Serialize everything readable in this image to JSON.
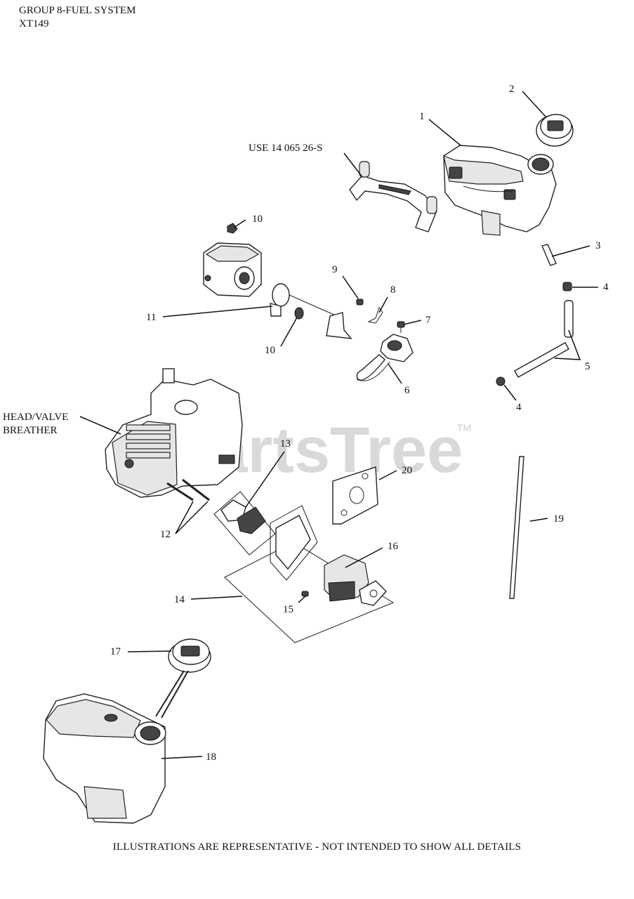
{
  "header": {
    "line1": "GROUP 8-FUEL SYSTEM",
    "line2": "XT149"
  },
  "watermark": {
    "text": "PartsTree",
    "tm": "TM"
  },
  "callouts": {
    "c1": "1",
    "c2": "2",
    "c3": "3",
    "c4a": "4",
    "c4b": "4",
    "c5": "5",
    "c6": "6",
    "c7": "7",
    "c8": "8",
    "c9": "9",
    "c10a": "10",
    "c10b": "10",
    "c11": "11",
    "c12": "12",
    "c13": "13",
    "c14": "14",
    "c15": "15",
    "c16": "16",
    "c17": "17",
    "c18": "18",
    "c19": "19",
    "c20": "20"
  },
  "labels": {
    "use_part": "USE 14 065 26-S",
    "head_valve_1": "HEAD/VALVE",
    "head_valve_2": "BREATHER"
  },
  "footer": "ILLUSTRATIONS ARE REPRESENTATIVE - NOT INTENDED TO SHOW ALL DETAILS"
}
